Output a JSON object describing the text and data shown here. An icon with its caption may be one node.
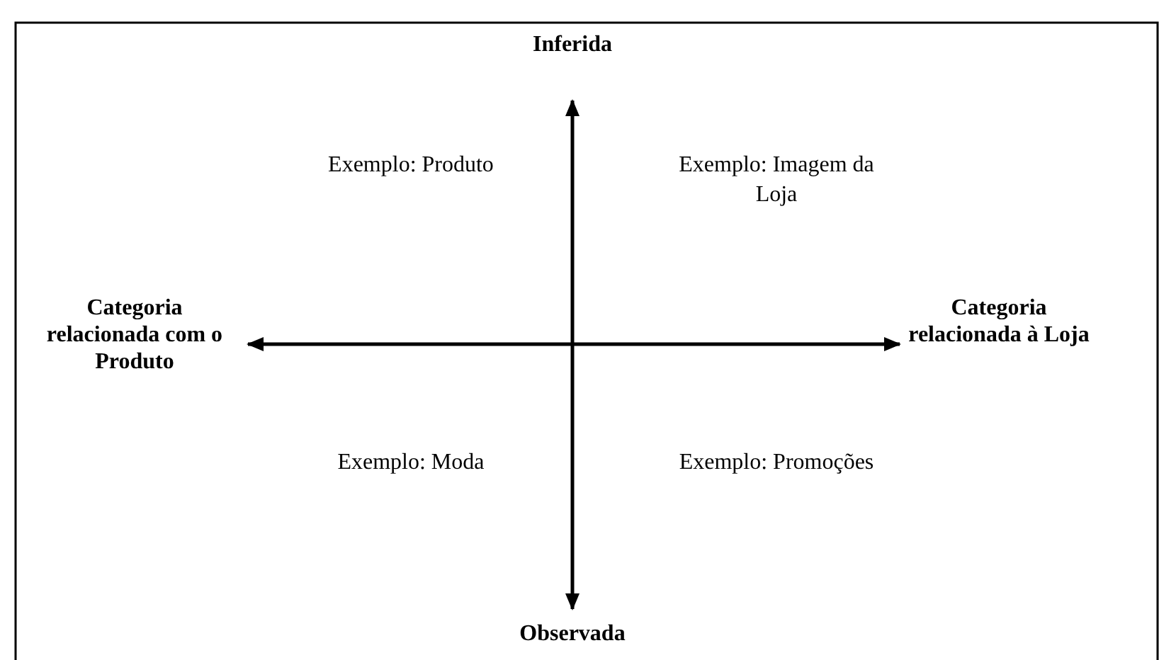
{
  "diagram": {
    "nodes": [
      {
        "text": [
          "Inferida"
        ]
      },
      {
        "text": [
          "Categoria relacionada com o Produto"
        ]
      },
      {
        "text": [
          "Categoria relacionada à Loja"
        ]
      },
      {
        "text": [
          "Observada"
        ]
      }
    ],
    "edges": [
      {
        "from": 3,
        "to": 0,
        "arrow": "both"
      },
      {
        "from": 1,
        "to": 2,
        "arrow": "both"
      }
    ],
    "labels": [
      "Exemplo: Produto",
      "Exemplo: Imagem da Loja",
      "Exemplo: Moda",
      "Exemplo: Promoções"
    ]
  }
}
